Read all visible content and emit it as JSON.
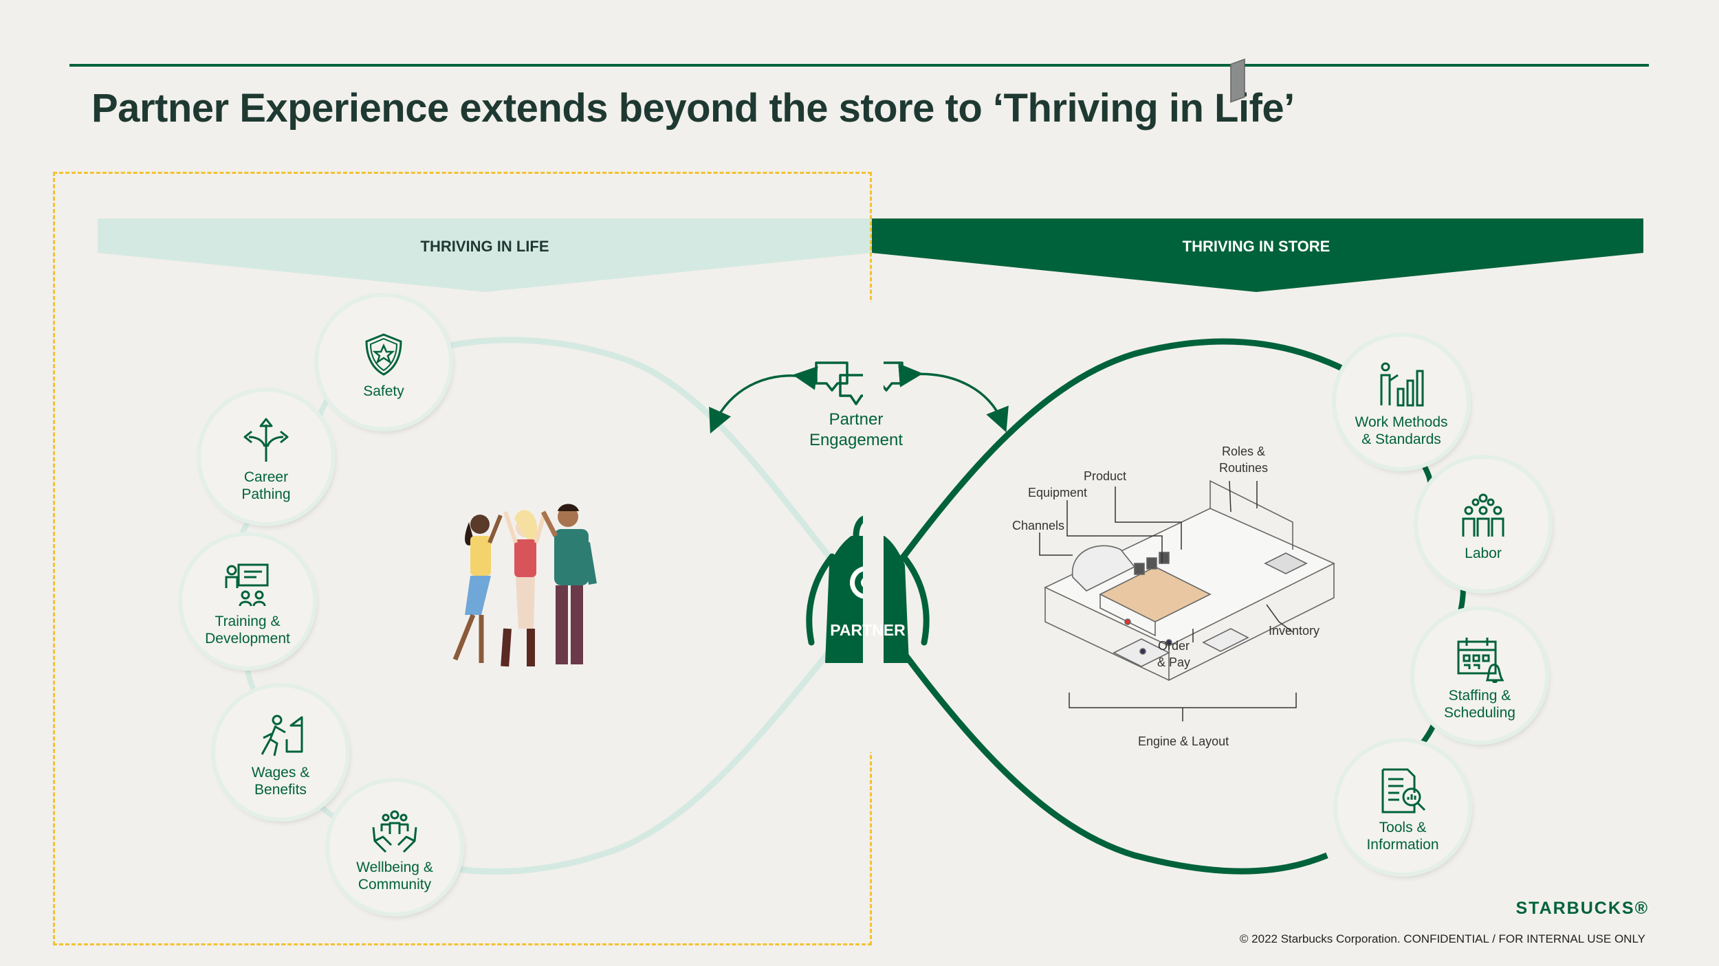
{
  "slide": {
    "title": "Partner Experience extends beyond the store to ‘Thriving in Life’",
    "brand": "STARBUCKS®",
    "copyright": "© 2022 Starbucks Corporation. CONFIDENTIAL / FOR INTERNAL USE ONLY"
  },
  "banners": {
    "life": "THRIVING IN LIFE",
    "store": "THRIVING IN STORE"
  },
  "center": {
    "engagement": "Partner\nEngagement",
    "partner": "PARTNER"
  },
  "life_items": [
    {
      "label": "Safety",
      "icon": "shield-star-icon"
    },
    {
      "label": "Career\nPathing",
      "icon": "direction-arrows-icon"
    },
    {
      "label": "Training &\nDevelopment",
      "icon": "presentation-icon"
    },
    {
      "label": "Wages &\nBenefits",
      "icon": "climbing-person-icon"
    },
    {
      "label": "Wellbeing &\nCommunity",
      "icon": "hands-community-icon"
    }
  ],
  "store_items": [
    {
      "label": "Work Methods\n& Standards",
      "icon": "chart-person-icon"
    },
    {
      "label": "Labor",
      "icon": "team-icon"
    },
    {
      "label": "Staffing &\nScheduling",
      "icon": "calendar-bell-icon"
    },
    {
      "label": "Tools &\nInformation",
      "icon": "document-search-icon"
    }
  ],
  "store_layout_labels": {
    "roles": "Roles &\nRoutines",
    "product": "Product",
    "equipment": "Equipment",
    "channels": "Channels",
    "inventory": "Inventory",
    "order": "Order\n& Pay",
    "engine": "Engine & Layout"
  },
  "colors": {
    "dark_green": "#00623a",
    "light_mint": "#d4e9e2",
    "dashed_yellow": "#f2c230",
    "background": "#f2f0ec"
  }
}
